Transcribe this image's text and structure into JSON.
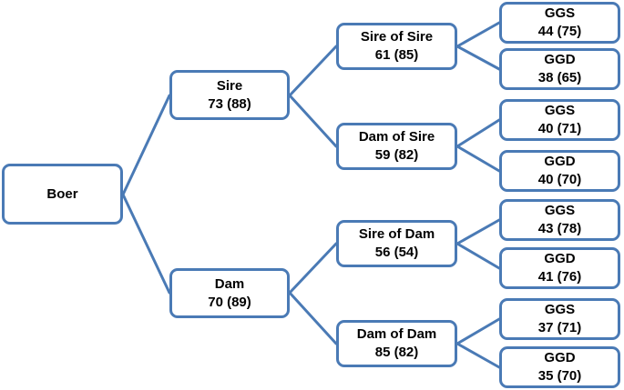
{
  "diagram": {
    "type": "pedigree-tree",
    "colors": {
      "box_border": "#4a7ab5",
      "connector": "#4a7ab5",
      "box_fill": "#ffffff",
      "text": "#000000"
    },
    "nodes": {
      "boer": {
        "label": "Boer"
      },
      "sire": {
        "label": "Sire",
        "value": "73 (88)"
      },
      "dam": {
        "label": "Dam",
        "value": "70 (89)"
      },
      "sire_of_sire": {
        "label": "Sire of Sire",
        "value": "61 (85)"
      },
      "dam_of_sire": {
        "label": "Dam of Sire",
        "value": "59 (82)"
      },
      "sire_of_dam": {
        "label": "Sire of Dam",
        "value": "56 (54)"
      },
      "dam_of_dam": {
        "label": "Dam of Dam",
        "value": "85 (82)"
      },
      "ggs1": {
        "label": "GGS",
        "value": "44 (75)"
      },
      "ggd1": {
        "label": "GGD",
        "value": "38 (65)"
      },
      "ggs2": {
        "label": "GGS",
        "value": "40 (71)"
      },
      "ggd2": {
        "label": "GGD",
        "value": "40 (70)"
      },
      "ggs3": {
        "label": "GGS",
        "value": "43 (78)"
      },
      "ggd3": {
        "label": "GGD",
        "value": "41 (76)"
      },
      "ggs4": {
        "label": "GGS",
        "value": "37 (71)"
      },
      "ggd4": {
        "label": "GGD",
        "value": "35 (70)"
      }
    },
    "edges": [
      {
        "from": "boer",
        "to": "sire"
      },
      {
        "from": "boer",
        "to": "dam"
      },
      {
        "from": "sire",
        "to": "sire_of_sire"
      },
      {
        "from": "sire",
        "to": "dam_of_sire"
      },
      {
        "from": "dam",
        "to": "sire_of_dam"
      },
      {
        "from": "dam",
        "to": "dam_of_dam"
      },
      {
        "from": "sire_of_sire",
        "to": "ggs1"
      },
      {
        "from": "sire_of_sire",
        "to": "ggd1"
      },
      {
        "from": "dam_of_sire",
        "to": "ggs2"
      },
      {
        "from": "dam_of_sire",
        "to": "ggd2"
      },
      {
        "from": "sire_of_dam",
        "to": "ggs3"
      },
      {
        "from": "sire_of_dam",
        "to": "ggd3"
      },
      {
        "from": "dam_of_dam",
        "to": "ggs4"
      },
      {
        "from": "dam_of_dam",
        "to": "ggd4"
      }
    ]
  }
}
